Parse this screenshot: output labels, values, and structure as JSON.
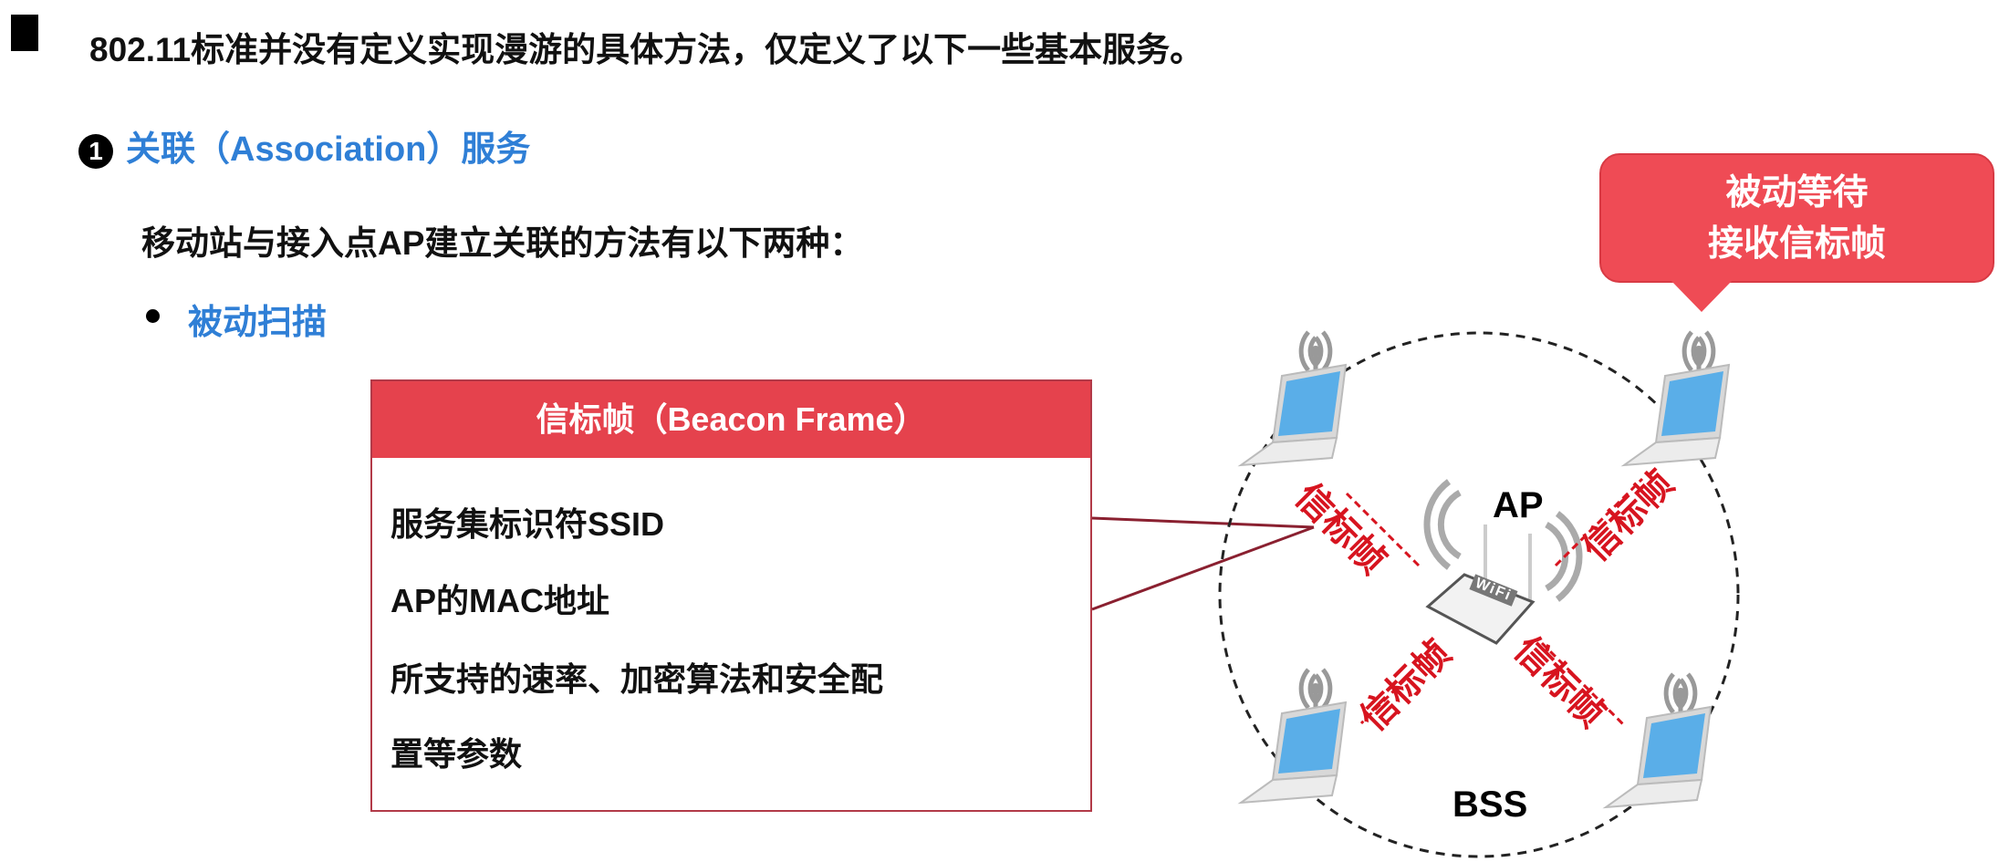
{
  "heading": "802.11标准并没有定义实现漫游的具体方法，仅定义了以下一些基本服务。",
  "section": {
    "number": "1",
    "title": "关联（Association）服务"
  },
  "subtitle": "移动站与接入点AP建立关联的方法有以下两种：",
  "bullet": "被动扫描",
  "beacon_box": {
    "header": "信标帧（Beacon Frame）",
    "items": [
      "服务集标识符SSID",
      "AP的MAC地址",
      "所支持的速率、加密算法和安全配",
      "置等参数"
    ]
  },
  "callout": {
    "line1": "被动等待",
    "line2": "接收信标帧"
  },
  "diagram": {
    "ap_label": "AP",
    "bss_label": "BSS",
    "beacon_labels": [
      "信标帧",
      "信标帧",
      "信标帧",
      "信标帧"
    ],
    "wifi_text": "WiFi"
  },
  "colors": {
    "accent_blue": "#2f7fd6",
    "red": "#e5424d",
    "arrow_red": "#d7141f"
  }
}
